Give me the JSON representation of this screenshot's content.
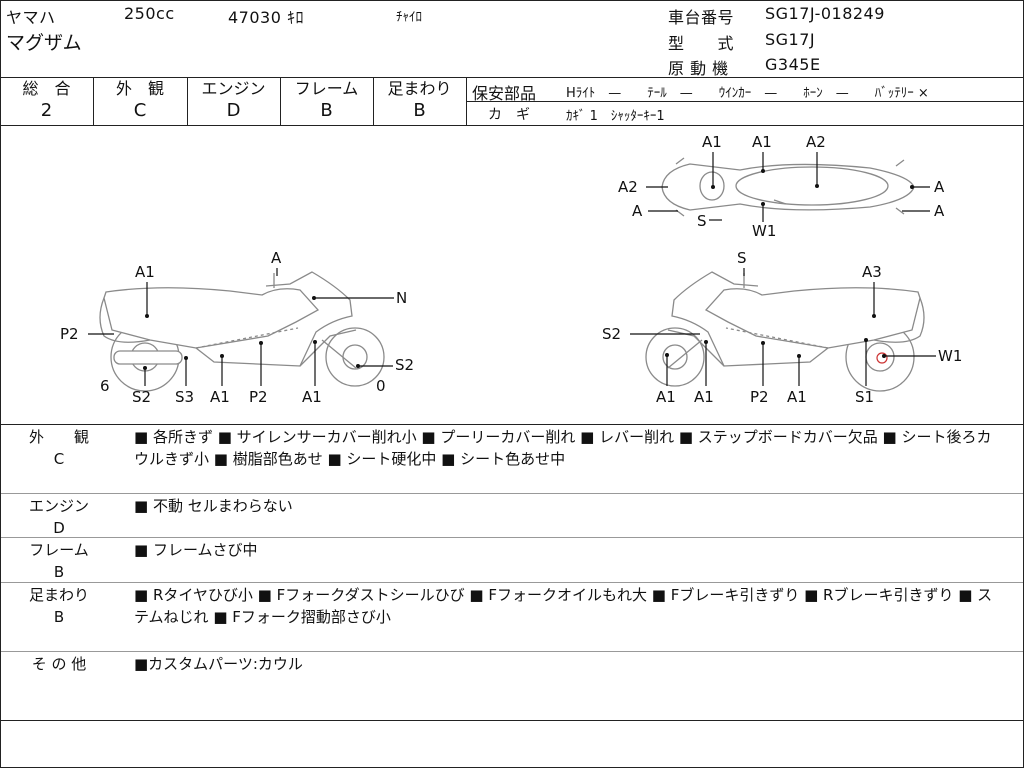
{
  "header": {
    "maker": "ヤマハ",
    "displacement": "250cc",
    "mileage": "47030 ｷﾛ",
    "color": "ﾁｬｲﾛ",
    "model_name": "マグザム",
    "chassis_label": "車台番号",
    "chassis_value": "SG17J-018249",
    "type_label": "型　　式",
    "type_value": "SG17J",
    "engine_label": "原 動 機",
    "engine_value": "G345E"
  },
  "grades": [
    {
      "label": "総　合",
      "value": "2"
    },
    {
      "label": "外　観",
      "value": "C"
    },
    {
      "label": "エンジン",
      "value": "D"
    },
    {
      "label": "フレーム",
      "value": "B"
    },
    {
      "label": "足まわり",
      "value": "B"
    }
  ],
  "safety": {
    "label": "保安部品",
    "items": "Hﾗｲﾄ　—　　ﾃｰﾙ　—　　ｳｲﾝｶｰ　—　　ﾎｰﾝ　—　　ﾊﾞｯﾃﾘｰ ×",
    "key_label": "カ　ギ",
    "key_value": "ｶｷﾞ 1　ｼｬｯﾀｰｷｰ1"
  },
  "diagram": {
    "left": {
      "labels": [
        "A1",
        "A",
        "N",
        "P2",
        "S2",
        "6",
        "0",
        "S2",
        "S3",
        "A1",
        "P2",
        "A1"
      ]
    },
    "top": {
      "labels": [
        "A1",
        "A1",
        "A2",
        "A2",
        "A",
        "A",
        "A",
        "S",
        "W1"
      ]
    },
    "right": {
      "labels": [
        "S",
        "A3",
        "S2",
        "W1",
        "A1",
        "A1",
        "P2",
        "A1",
        "S1"
      ]
    }
  },
  "remarks": [
    {
      "label": "外　　観",
      "grade": "C",
      "text": "■ 各所きず ■ サイレンサーカバー削れ小 ■ プーリーカバー削れ ■ レバー削れ ■ ステップボードカバー欠品 ■ シート後ろカウルきず小 ■ 樹脂部色あせ ■ シート硬化中 ■ シート色あせ中"
    },
    {
      "label": "エンジン",
      "grade": "D",
      "text": "■ 不動 セルまわらない"
    },
    {
      "label": "フレーム",
      "grade": "B",
      "text": "■ フレームさび中"
    },
    {
      "label": "足まわり",
      "grade": "B",
      "text": "■ Rタイヤひび小 ■ Fフォークダストシールひび ■ Fフォークオイルもれ大 ■ Fブレーキ引きずり ■ Rブレーキ引きずり ■ ステムねじれ ■ Fフォーク摺動部さび小"
    },
    {
      "label": "そ の 他",
      "grade": "",
      "text": "■カスタムパーツ:カウル"
    }
  ]
}
